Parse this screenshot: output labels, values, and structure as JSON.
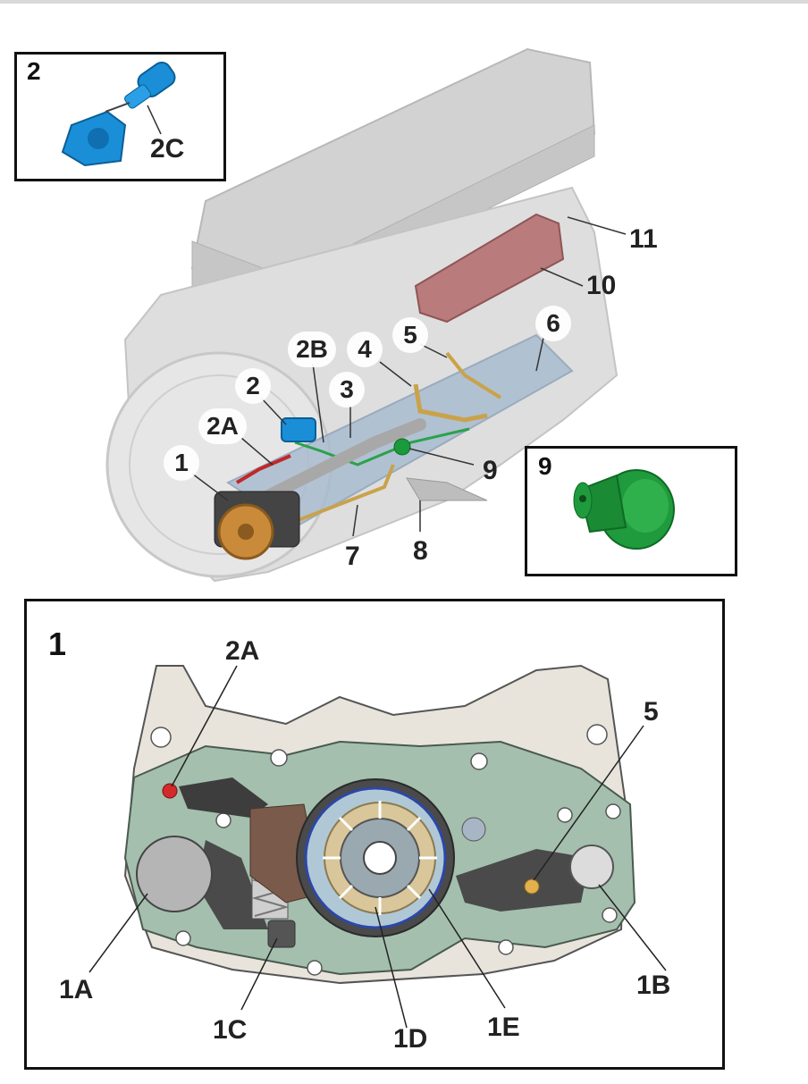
{
  "insets": {
    "inset2": {
      "title": "2",
      "label": "2C"
    },
    "inset9": {
      "title": "9"
    },
    "inset1": {
      "title": "1"
    }
  },
  "engine_callouts": {
    "c1": "1",
    "c2": "2",
    "c2A": "2A",
    "c2B": "2B",
    "c3": "3",
    "c4": "4",
    "c5": "5",
    "c6": "6",
    "c7": "7",
    "c8": "8",
    "c9": "9",
    "c10": "10",
    "c11": "11"
  },
  "pump_callouts": {
    "c2A": "2A",
    "c5": "5",
    "c1A": "1A",
    "c1B": "1B",
    "c1C": "1C",
    "c1D": "1D",
    "c1E": "1E"
  },
  "colors": {
    "engine_gray": "#cfcfcf",
    "blue_part": "#1a8fd8",
    "green_part": "#1a9a3a",
    "red_part": "#b76e6e",
    "gold_part": "#c9a24a",
    "pump_plate": "#9fb8a8",
    "gear": "#c98a3a"
  }
}
